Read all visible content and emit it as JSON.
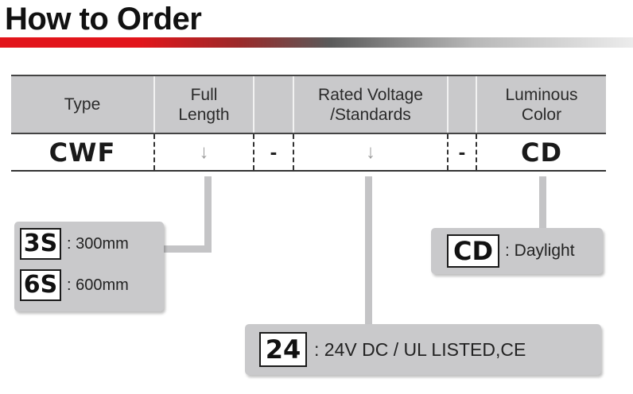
{
  "title": "How to Order",
  "table": {
    "headers": [
      "Type",
      "Full\nLength",
      "",
      "Rated Voltage\n/Standards",
      "",
      "Luminous\nColor"
    ],
    "row": {
      "type": "CWF",
      "full_length": "↓",
      "sep1": "-",
      "voltage": "↓",
      "sep2": "-",
      "color": "CD"
    }
  },
  "options": {
    "length": [
      {
        "code": "3S",
        "desc": ": 300mm"
      },
      {
        "code": "6S",
        "desc": ": 600mm"
      }
    ],
    "color": [
      {
        "code": "CD",
        "desc": ": Daylight"
      }
    ],
    "voltage": [
      {
        "code": "24",
        "desc": ": 24V DC / UL LISTED,CE"
      }
    ]
  },
  "colors": {
    "accent_red": "#e2151b",
    "panel_gray": "#c9c9cb"
  }
}
